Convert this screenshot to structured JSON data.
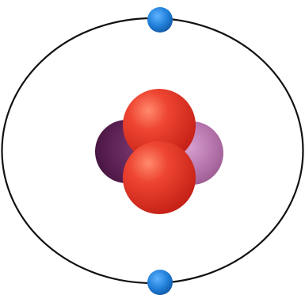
{
  "diagram": {
    "kind": "atom-model",
    "element_depicted": "helium",
    "nucleus": {
      "protons": 2,
      "neutrons": 2,
      "proton_color": "#e0362a",
      "neutron_color": "#8a3a78"
    },
    "electrons": {
      "count": 2,
      "color": "#1f7fd8"
    },
    "orbit_color": "#111111"
  }
}
